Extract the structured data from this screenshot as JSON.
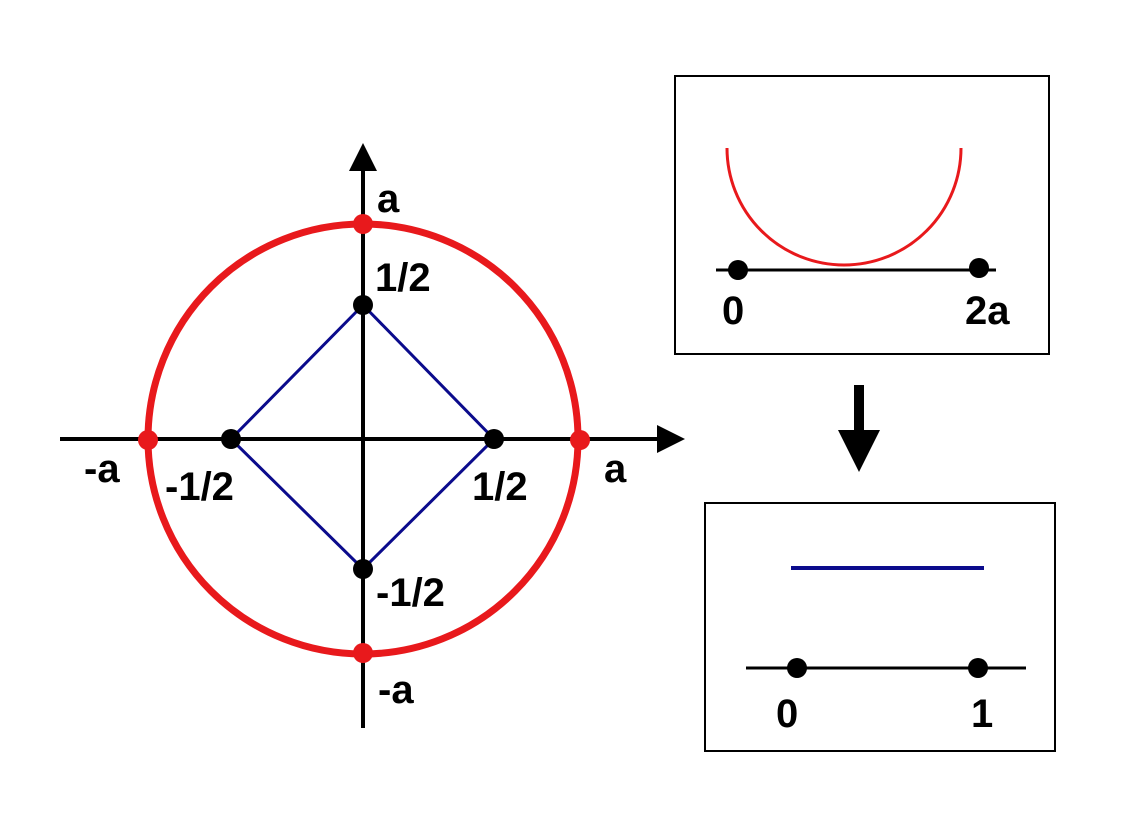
{
  "main_plot": {
    "axis_labels": {
      "y_top": "a",
      "y_bottom": "-a",
      "x_left": "-a",
      "x_right": "a",
      "diamond_top": "1/2",
      "diamond_bottom": "-1/2",
      "diamond_left": "-1/2",
      "diamond_right": "1/2"
    }
  },
  "top_panel": {
    "label_left": "0",
    "label_right": "2a"
  },
  "bottom_panel": {
    "label_left": "0",
    "label_right": "1"
  },
  "colors": {
    "circle": "#e8191c",
    "diamond": "#0b0b8c",
    "axes": "#000000",
    "points": "#000000"
  }
}
